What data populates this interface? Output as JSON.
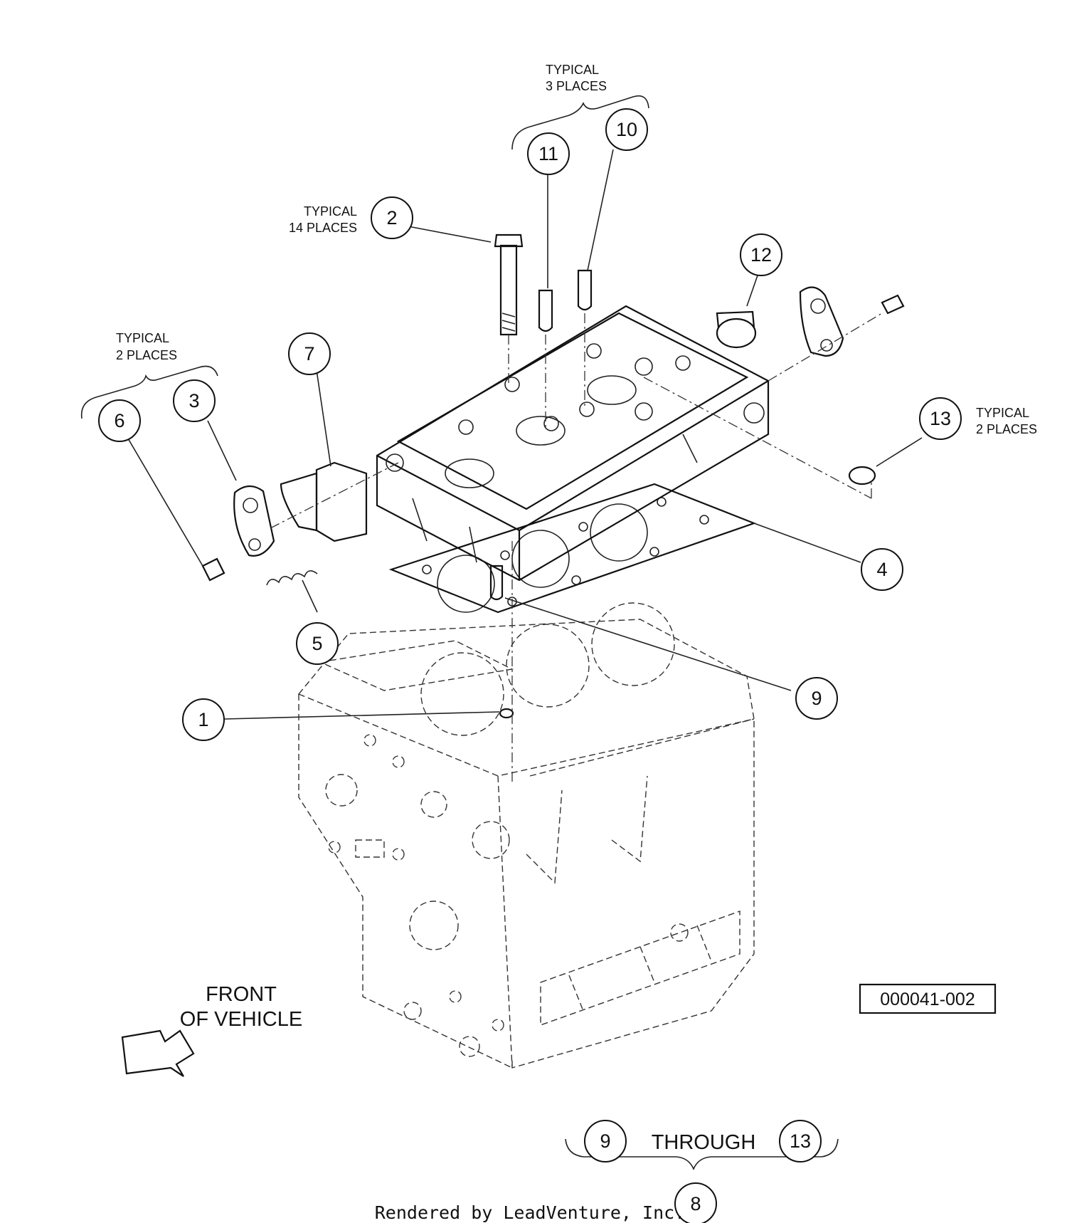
{
  "callouts": [
    "1",
    "2",
    "3",
    "4",
    "5",
    "6",
    "7",
    "8",
    "9",
    "10",
    "11",
    "12",
    "13"
  ],
  "notes": {
    "typical_3_places": [
      "TYPICAL",
      "3 PLACES"
    ],
    "typical_14_places": [
      "TYPICAL",
      "14 PLACES"
    ],
    "typical_2_places_left": [
      "TYPICAL",
      "2 PLACES"
    ],
    "typical_2_places_right": [
      "TYPICAL",
      "2 PLACES"
    ]
  },
  "front_label": [
    "FRONT",
    "OF VEHICLE"
  ],
  "drawing_number": "000041-002",
  "range_group": {
    "from": "9",
    "word": "THROUGH",
    "to": "13",
    "parent": "8"
  },
  "footer": "Rendered by LeadVenture, Inc."
}
